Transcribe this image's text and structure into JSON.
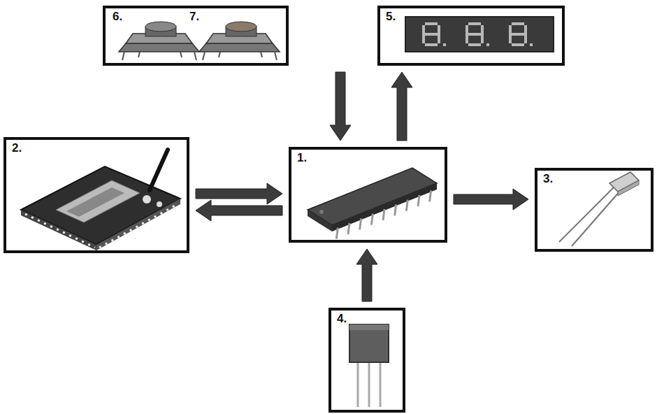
{
  "diagram": {
    "nodes": [
      {
        "text": [
          "6.",
          "7."
        ]
      },
      {
        "text": [
          "5."
        ]
      },
      {
        "text": [
          "2."
        ]
      },
      {
        "text": [
          "1."
        ]
      },
      {
        "text": [
          "3."
        ]
      },
      {
        "text": [
          "4."
        ]
      }
    ],
    "edges": [
      {
        "from": 0,
        "to": 3,
        "arrow": "to"
      },
      {
        "from": 3,
        "to": 1,
        "arrow": "to"
      },
      {
        "from": 2,
        "to": 3,
        "arrow": "to"
      },
      {
        "from": 3,
        "to": 2,
        "arrow": "to"
      },
      {
        "from": 3,
        "to": 4,
        "arrow": "to"
      },
      {
        "from": 5,
        "to": 3,
        "arrow": "to"
      }
    ]
  }
}
